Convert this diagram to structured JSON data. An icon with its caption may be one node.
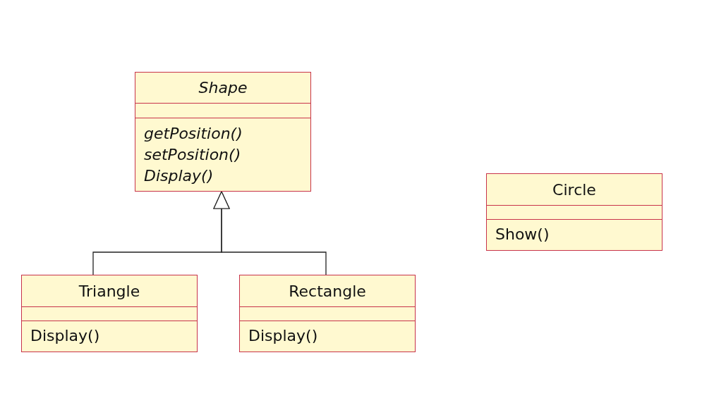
{
  "diagram": {
    "nodes": [
      {
        "text": [
          "*Shape*",
          "*getPosition()*",
          "*setPosition()*",
          "*Display()*"
        ]
      },
      {
        "text": [
          "Triangle",
          "Display()"
        ]
      },
      {
        "text": [
          "Rectangle",
          "Display()"
        ]
      },
      {
        "text": [
          "Circle",
          "Show()"
        ]
      }
    ],
    "edges": [
      {
        "from": 1,
        "to": 0,
        "arrow": "to"
      },
      {
        "from": 2,
        "to": 0,
        "arrow": "to"
      }
    ]
  }
}
